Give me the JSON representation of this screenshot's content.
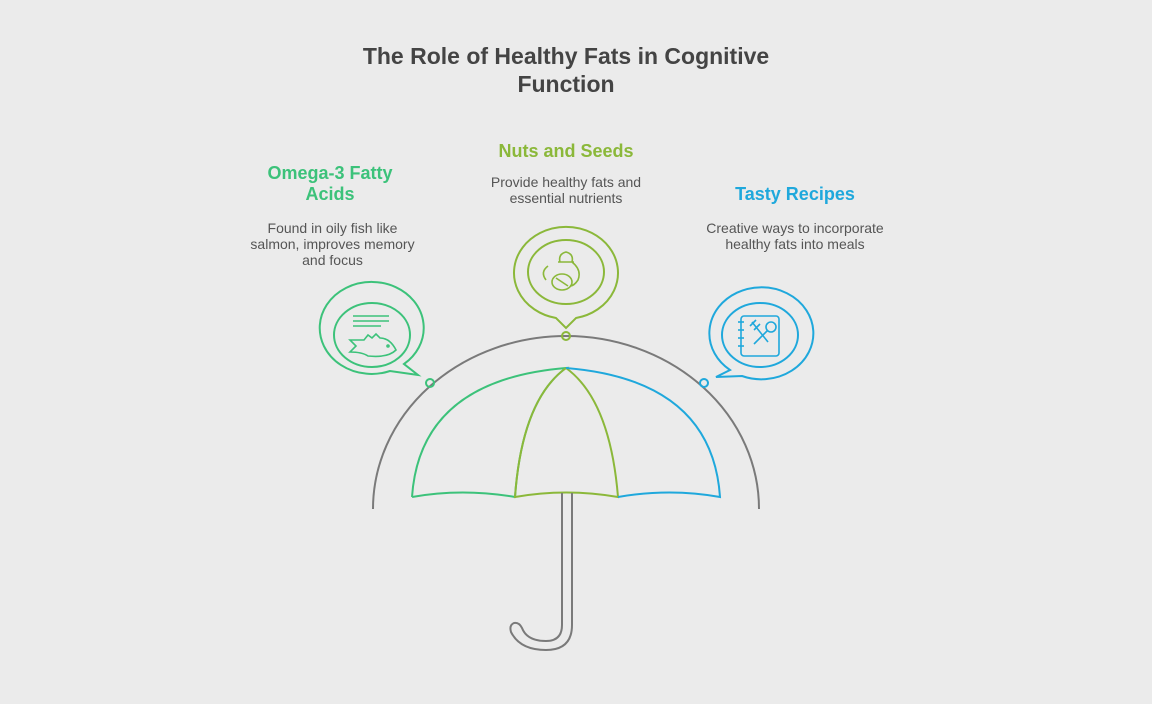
{
  "title": "The Role of Healthy Fats in Cognitive Function",
  "items": [
    {
      "heading": "Omega-3 Fatty Acids",
      "description": "Found in oily fish like salmon, improves memory and focus",
      "icon": "fish-icon",
      "color": "#3cc27a"
    },
    {
      "heading": "Nuts and Seeds",
      "description": "Provide healthy fats and essential nutrients",
      "icon": "nuts-icon",
      "color": "#8bb83a"
    },
    {
      "heading": "Tasty Recipes",
      "description": "Creative ways to incorporate healthy fats into meals",
      "icon": "recipe-book-icon",
      "color": "#1fa8dc"
    }
  ]
}
